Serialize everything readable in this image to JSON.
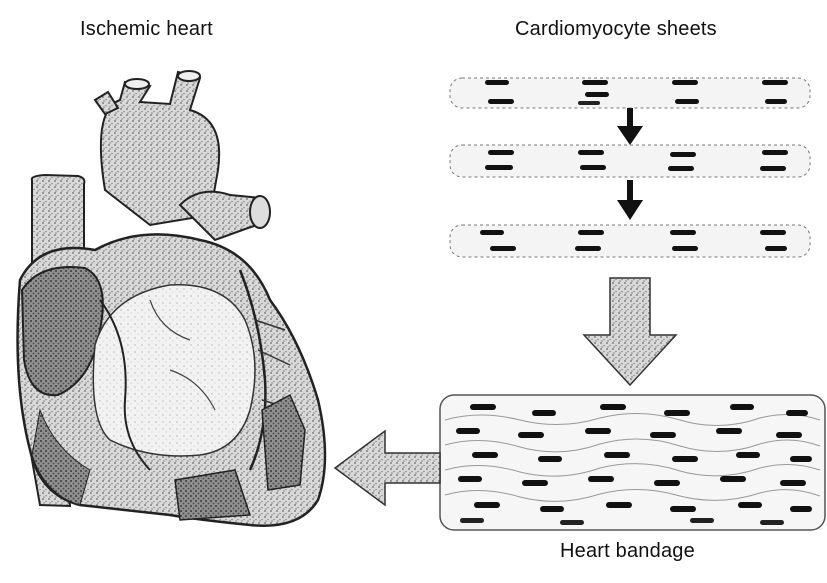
{
  "labels": {
    "ischemic_heart": "Ischemic heart",
    "cardiomyocyte_sheets": "Cardiomyocyte sheets",
    "heart_bandage": "Heart bandage"
  },
  "colors": {
    "ink": "#111111",
    "grey_fill": "#9a9a9a",
    "dark_grey": "#555555"
  }
}
